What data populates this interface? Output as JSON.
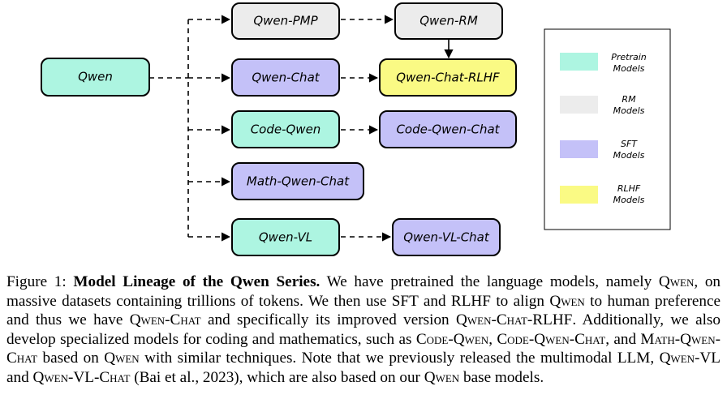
{
  "nodes": {
    "qwen": "Qwen",
    "qwen_pmp": "Qwen-PMP",
    "qwen_rm": "Qwen-RM",
    "qwen_chat": "Qwen-Chat",
    "qwen_chat_rlhf": "Qwen-Chat-RLHF",
    "code_qwen": "Code-Qwen",
    "code_qwen_chat": "Code-Qwen-Chat",
    "math_qwen_chat": "Math-Qwen-Chat",
    "qwen_vl": "Qwen-VL",
    "qwen_vl_chat": "Qwen-VL-Chat"
  },
  "colors": {
    "pretrain": "#adf5e1",
    "rm": "#ececec",
    "sft": "#c4c1f8",
    "rlhf": "#fafa84"
  },
  "legend": {
    "pretrain": [
      "Pretrain",
      "Models"
    ],
    "rm": [
      "RM",
      "Models"
    ],
    "sft": [
      "SFT",
      "Models"
    ],
    "rlhf": [
      "RLHF",
      "Models"
    ]
  },
  "caption": {
    "label": "Figure 1: ",
    "title": "Model Lineage of the Qwen Series.",
    "t1": " We have pretrained the language models, namely ",
    "m_qwen1": "Qwen",
    "t2": ", on massive datasets containing trillions of tokens. We then use SFT and RLHF to align ",
    "m_qwen2": "Qwen",
    "t3": " to human preference and thus we have ",
    "m_qwen_chat": "Qwen-Chat",
    "t4": " and specifically its improved version ",
    "m_qwen_chat_rlhf": "Qwen-Chat-RLHF",
    "t5": ". Additionally, we also develop specialized models for coding and mathematics, such as ",
    "m_code_qwen": "Code-Qwen",
    "t6": ", ",
    "m_code_qwen_chat": "Code-Qwen-Chat",
    "t7": ", and ",
    "m_math_qwen_chat": "Math-Qwen-Chat",
    "t8": " based on ",
    "m_qwen3": "Qwen",
    "t9": " with similar techniques. Note that we previously released the multimodal LLM, ",
    "m_qwen_vl": "Qwen-VL",
    "t10": " and ",
    "m_qwen_vl_chat": "Qwen-VL-Chat",
    "t11": " (Bai et al., 2023), which are also based on our ",
    "m_qwen4": "Qwen",
    "t12": " base models."
  }
}
